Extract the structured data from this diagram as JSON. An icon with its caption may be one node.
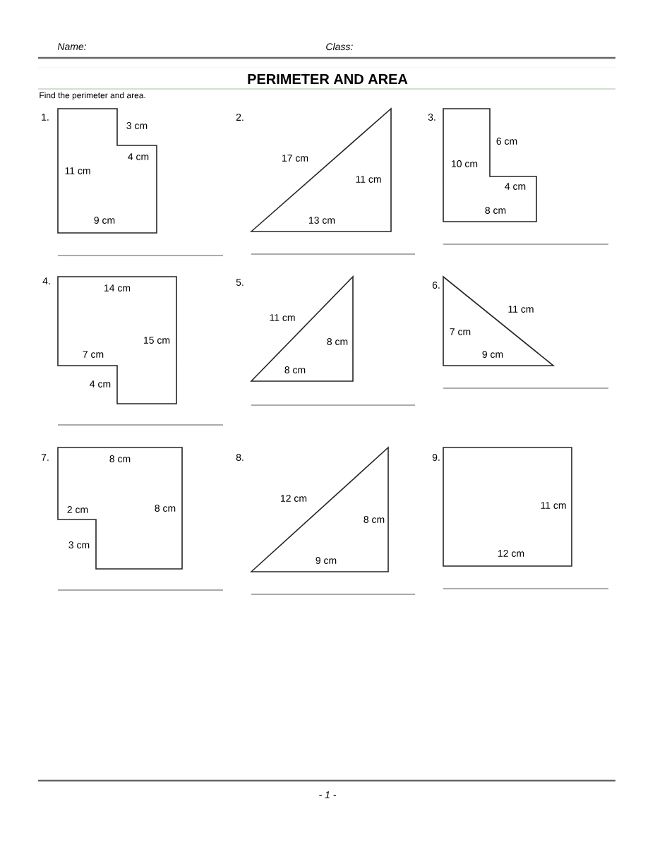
{
  "diagram": {
    "title": "PERIMETER AND AREA",
    "nodes": [
      {
        "text": [
          "3 cm",
          "4 cm",
          "11 cm",
          "9 cm"
        ],
        "beside": [
          "1."
        ]
      },
      {
        "text": [
          "17 cm",
          "11 cm",
          "13 cm"
        ],
        "beside": [
          "2."
        ]
      },
      {
        "text": [
          "6 cm",
          "10 cm",
          "4 cm",
          "8 cm"
        ],
        "beside": [
          "3."
        ]
      },
      {
        "text": [
          "14 cm",
          "15 cm",
          "7 cm",
          "4 cm"
        ],
        "beside": [
          "4."
        ]
      },
      {
        "text": [
          "11 cm",
          "8 cm",
          "8 cm"
        ],
        "beside": [
          "5."
        ]
      },
      {
        "text": [
          "11 cm",
          "7 cm",
          "9 cm"
        ],
        "beside": [
          "6."
        ]
      },
      {
        "text": [
          "8 cm",
          "2 cm",
          "8 cm",
          "3 cm"
        ],
        "beside": [
          "7."
        ]
      },
      {
        "text": [
          "12 cm",
          "8 cm",
          "9 cm"
        ],
        "beside": [
          "8."
        ]
      },
      {
        "text": [
          "11 cm",
          "12 cm"
        ],
        "beside": [
          "9."
        ]
      }
    ],
    "labels": [
      "Name:",
      "Class:",
      "Find the perimeter and area.",
      "- 1 -"
    ]
  }
}
